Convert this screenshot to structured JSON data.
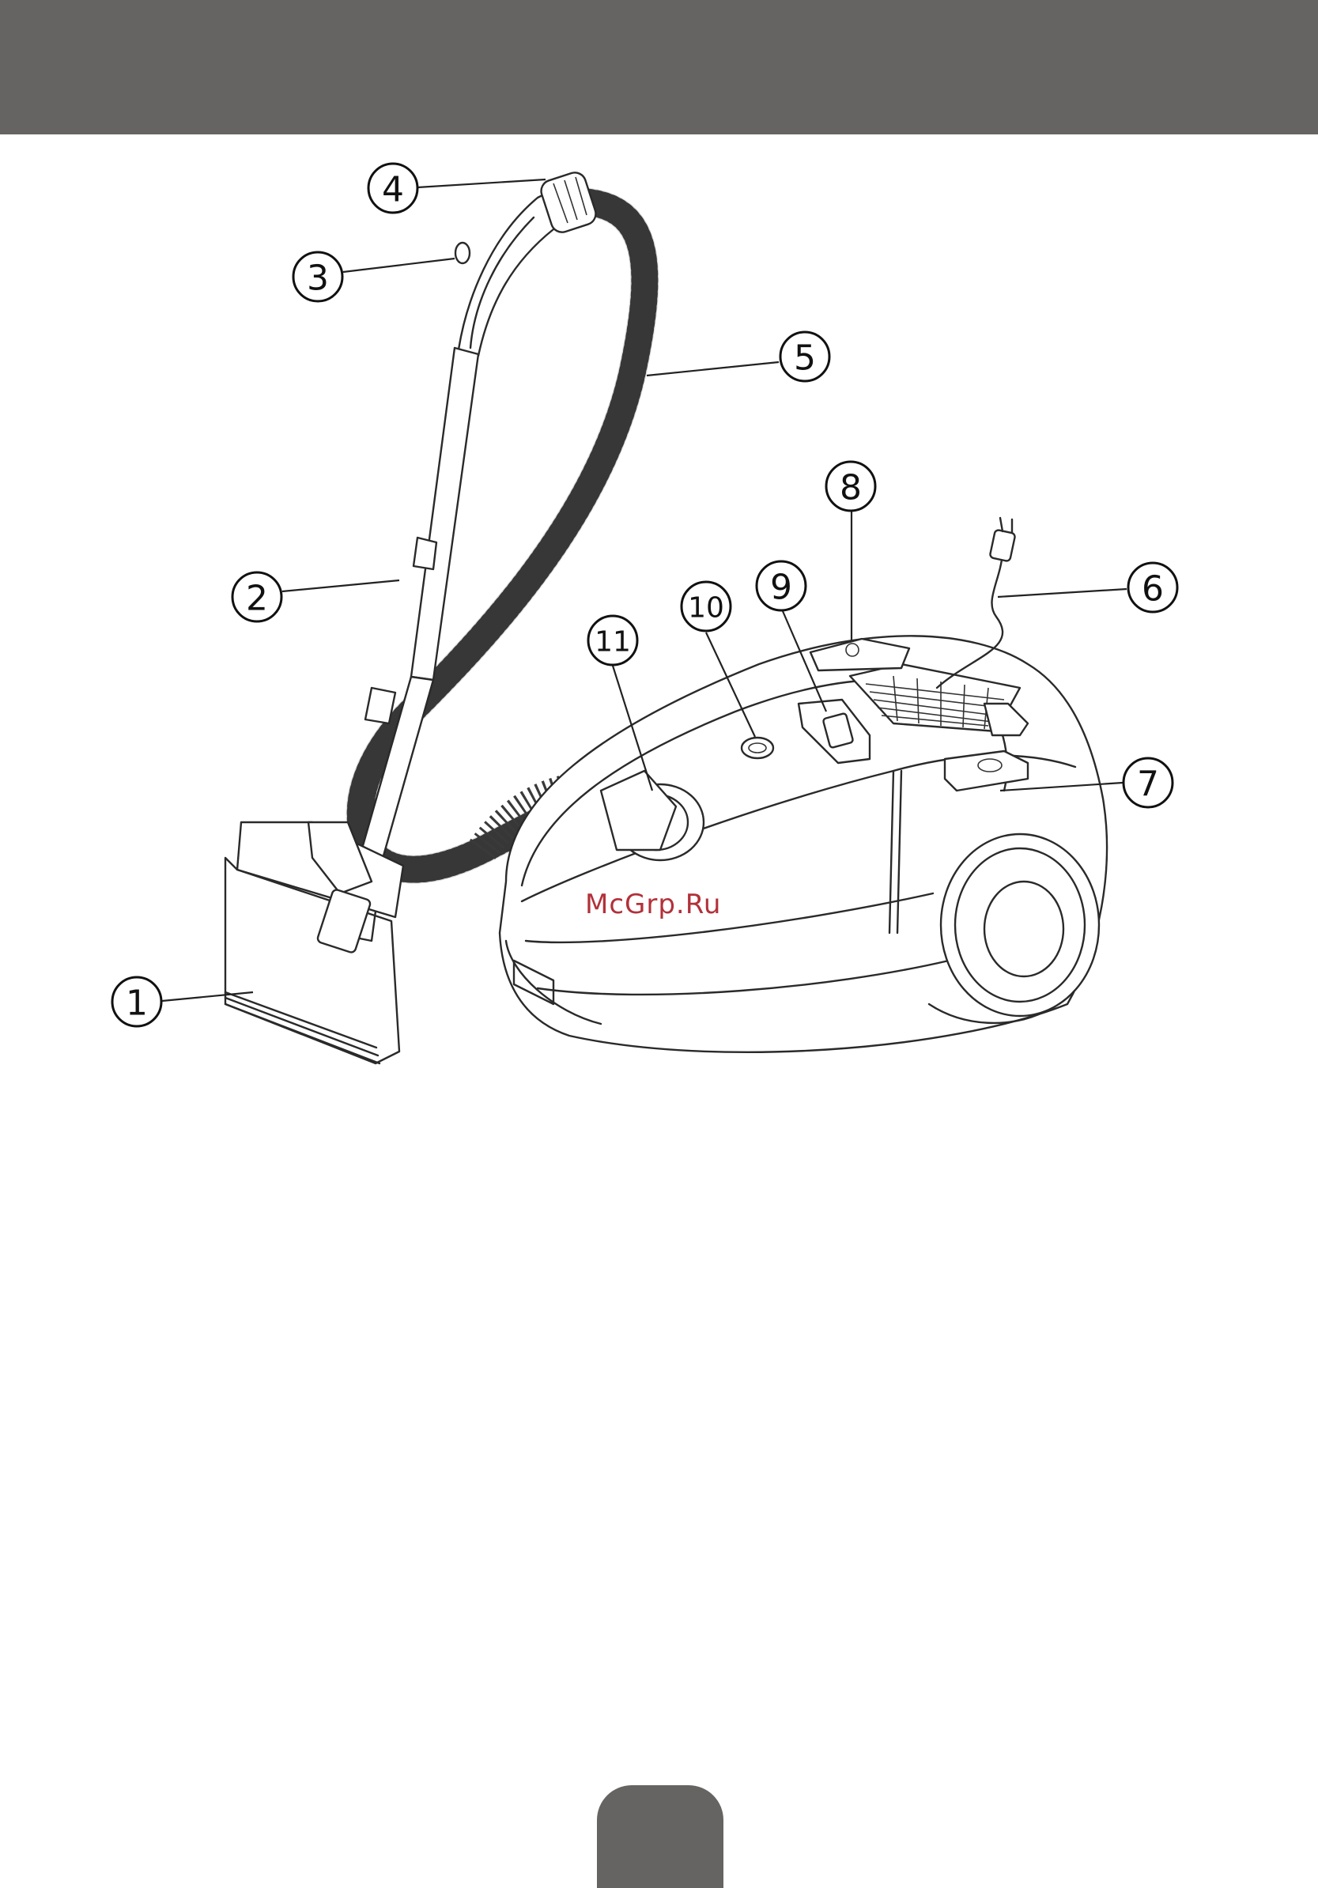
{
  "callouts": [
    {
      "label": "1",
      "part": "floor-brush"
    },
    {
      "label": "2",
      "part": "telescopic-tube"
    },
    {
      "label": "3",
      "part": "suction-control"
    },
    {
      "label": "4",
      "part": "hose-handle"
    },
    {
      "label": "5",
      "part": "flexible-hose"
    },
    {
      "label": "6",
      "part": "power-cord"
    },
    {
      "label": "7",
      "part": "cord-rewind-button"
    },
    {
      "label": "8",
      "part": "carry-handle"
    },
    {
      "label": "9",
      "part": "power-switch"
    },
    {
      "label": "10",
      "part": "dust-full-indicator"
    },
    {
      "label": "11",
      "part": "hose-inlet"
    }
  ],
  "watermark": "McGrp.Ru",
  "colors": {
    "band": "#656462",
    "watermark": "#b2313a",
    "ink": "#2a2a2a"
  }
}
